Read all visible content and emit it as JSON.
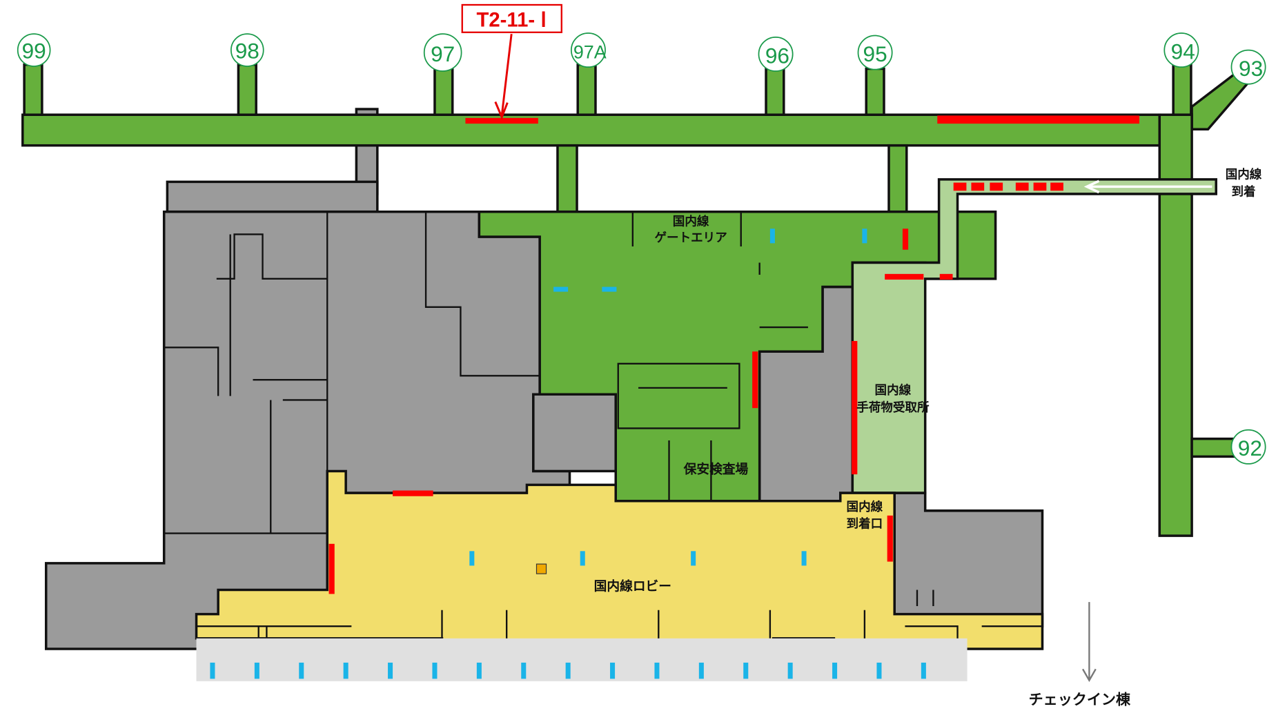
{
  "map": {
    "callout": "T2-11- Ⅰ",
    "gates": [
      "99",
      "98",
      "97",
      "97A",
      "96",
      "95",
      "94",
      "93",
      "92"
    ],
    "labels": {
      "domestic_gate_area_1": "国内線",
      "domestic_gate_area_2": "ゲートエリア",
      "domestic_arrival_1": "国内線",
      "domestic_arrival_2": "到着",
      "baggage_claim_1": "国内線",
      "baggage_claim_2": "手荷物受取所",
      "security": "保安検査場",
      "arrival_exit_1": "国内線",
      "arrival_exit_2": "到着口",
      "lobby": "国内線ロビー",
      "checkin": "チェックイン棟"
    },
    "colors": {
      "gate_area": "#66b03c",
      "arrival_path": "#b0d497",
      "lobby": "#f2de6c",
      "restricted": "#9b9b9b",
      "highlight": "#ff0000",
      "marker": "#1ab4e8"
    }
  }
}
